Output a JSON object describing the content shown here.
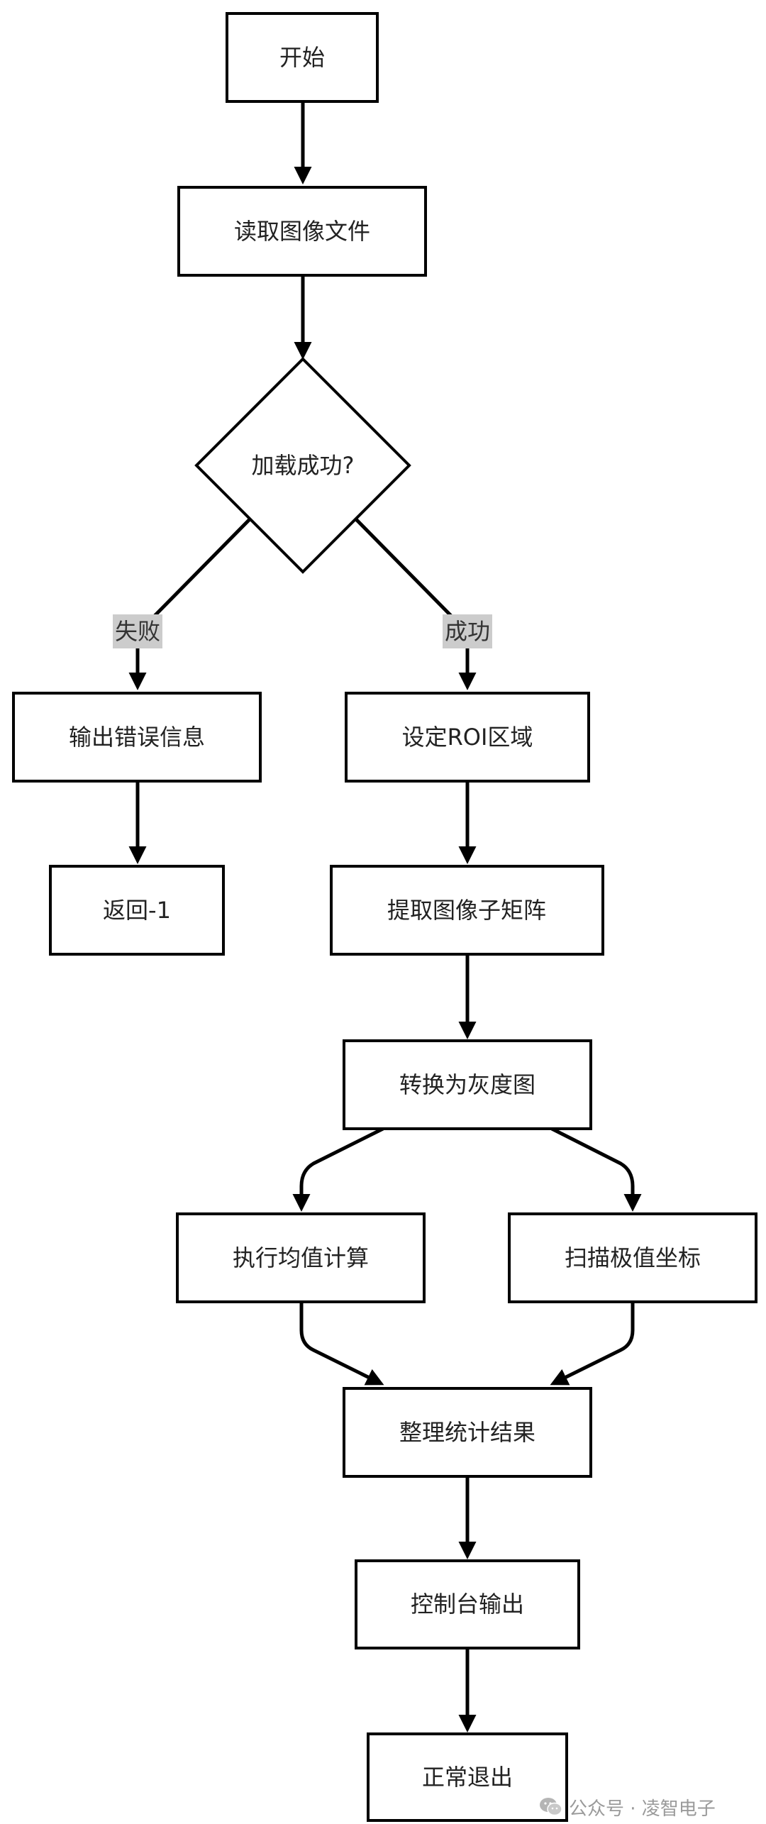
{
  "nodes": {
    "start": "开始",
    "read_image": "读取图像文件",
    "load_success_decision": "加载成功?",
    "output_error": "输出错误信息",
    "return_minus_one": "返回-1",
    "set_roi": "设定ROI区域",
    "extract_submatrix": "提取图像子矩阵",
    "convert_gray": "转换为灰度图",
    "compute_mean": "执行均值计算",
    "scan_extrema": "扫描极值坐标",
    "organize_stats": "整理统计结果",
    "console_output": "控制台输出",
    "normal_exit": "正常退出"
  },
  "edge_labels": {
    "fail": "失败",
    "success": "成功"
  },
  "watermark": {
    "text": "公众号 · 凌智电子",
    "icon": "wechat-icon"
  }
}
